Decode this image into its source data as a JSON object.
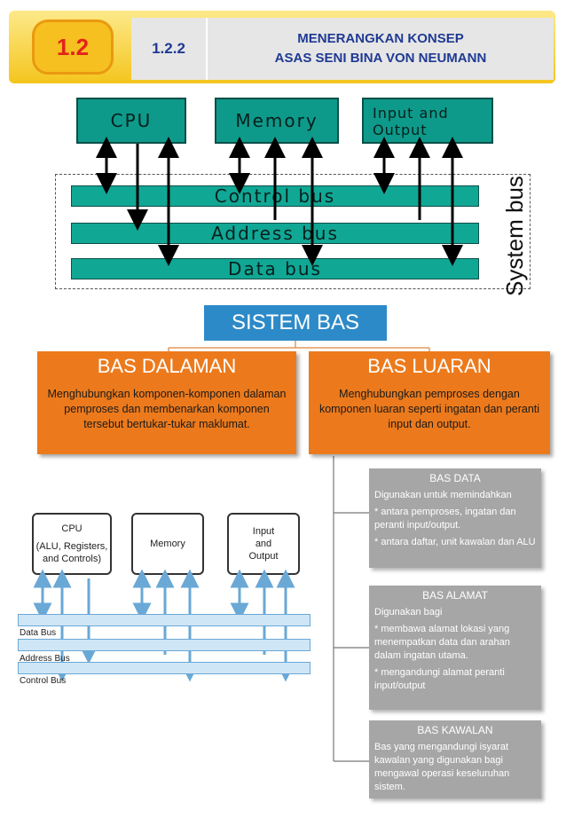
{
  "header": {
    "number": "1.2",
    "code": "1.2.2",
    "title_line1": "MENERANGKAN KONSEP",
    "title_line2": "ASAS SENI BINA VON NEUMANN"
  },
  "top_diagram": {
    "cpu": "CPU",
    "memory": "Memory",
    "io_line1": "Input and",
    "io_line2": "Output",
    "control_bus": "Control bus",
    "address_bus": "Address bus",
    "data_bus": "Data bus",
    "system_bus": "System bus"
  },
  "chart": {
    "root": "SISTEM BAS",
    "dalaman_title": "BAS DALAMAN",
    "dalaman_desc": "Menghubungkan komponen-komponen dalaman pemproses dan membenarkan komponen tersebut bertukar-tukar maklumat.",
    "luaran_title": "BAS LUARAN",
    "luaran_desc": "Menghubungkan pemproses dengan komponen luaran seperti ingatan dan peranti input dan output.",
    "data": {
      "title": "BAS DATA",
      "l1": "Digunakan untuk memindahkan",
      "l2": "* antara pemproses, ingatan dan peranti input/output.",
      "l3": "* antara daftar, unit kawalan dan ALU"
    },
    "alamat": {
      "title": "BAS ALAMAT",
      "l1": "Digunakan bagi",
      "l2": "* membawa alamat lokasi yang menempatkan data dan arahan dalam ingatan utama.",
      "l3": "* mengandungi alamat peranti input/output"
    },
    "kawalan": {
      "title": "BAS KAWALAN",
      "l1": "Bas yang mengandungi isyarat kawalan yang digunakan bagi mengawal operasi keseluruhan sistem."
    }
  },
  "schematic": {
    "cpu_l1": "CPU",
    "cpu_l2": "(ALU, Registers,",
    "cpu_l3": "and Controls)",
    "memory": "Memory",
    "io_l1": "Input",
    "io_l2": "and",
    "io_l3": "Output",
    "data_bus": "Data Bus",
    "address_bus": "Address Bus",
    "control_bus": "Control Bus"
  }
}
